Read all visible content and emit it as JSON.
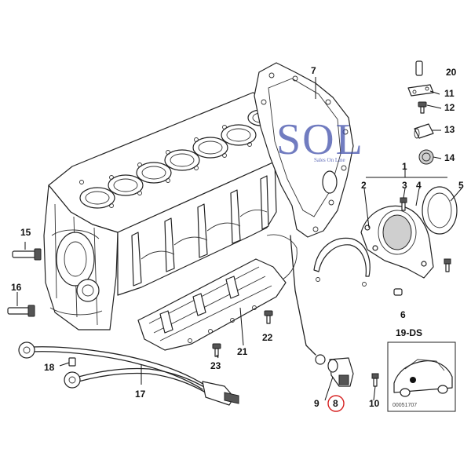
{
  "watermark": {
    "text": "SOL",
    "subtitle": "Sales On Line",
    "color": "#3b4aa8"
  },
  "callouts": {
    "n1": "1",
    "n2": "2",
    "n3": "3",
    "n4": "4",
    "n5": "5",
    "n6": "6",
    "n7": "7",
    "n8": "8",
    "n9": "9",
    "n10": "10",
    "n11": "11",
    "n12": "12",
    "n13": "13",
    "n14": "14",
    "n15": "15",
    "n16": "16",
    "n17": "17",
    "n18": "18",
    "n20": "20",
    "n21": "21",
    "n22": "22",
    "n23": "23"
  },
  "highlight": {
    "label": "8",
    "color": "#d62020"
  },
  "inset": {
    "label": "19-DS",
    "code": "00051707"
  }
}
